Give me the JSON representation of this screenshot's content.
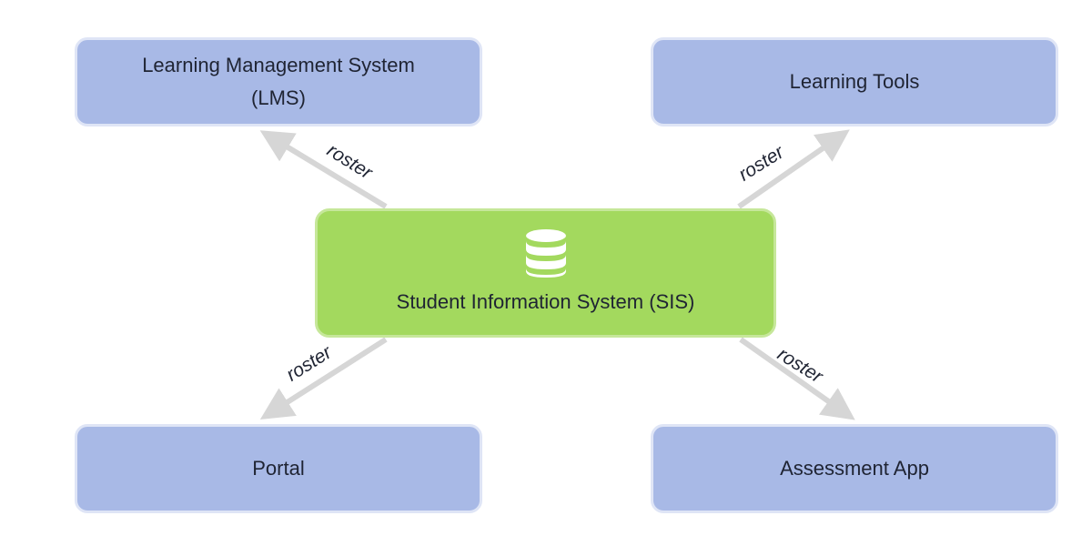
{
  "diagram": {
    "center": {
      "label": "Student Information System (SIS)",
      "icon": "database-icon",
      "color": "#a3d95e"
    },
    "nodes": {
      "lms": {
        "line1": "Learning Management System",
        "line2": "(LMS)"
      },
      "tools": {
        "label": "Learning Tools"
      },
      "portal": {
        "label": "Portal"
      },
      "assessment": {
        "label": "Assessment App"
      },
      "color": "#a8b9e6"
    },
    "edges": {
      "lms": "roster",
      "tools": "roster",
      "portal": "roster",
      "assessment": "roster",
      "color": "#d6d6d6"
    }
  }
}
